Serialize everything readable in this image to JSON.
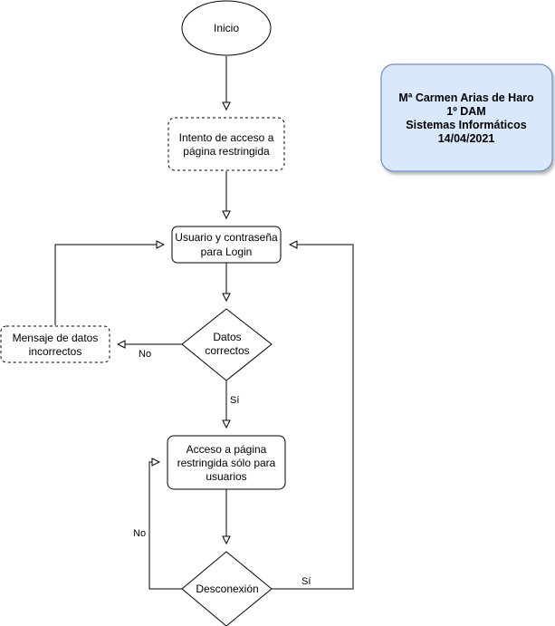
{
  "colors": {
    "stroke": "#000000",
    "note_fill": "#dae8fc",
    "note_stroke": "#6c8ebf",
    "background": "#ffffff"
  },
  "nodes": {
    "start": {
      "label": "Inicio"
    },
    "attempt": {
      "line1": "Intento de acceso a",
      "line2": "página restringida"
    },
    "login": {
      "line1": "Usuario y contraseña",
      "line2": "para Login"
    },
    "check": {
      "line1": "Datos",
      "line2": "correctos"
    },
    "error": {
      "line1": "Mensaje de datos",
      "line2": "incorrectos"
    },
    "access": {
      "line1": "Acceso a página",
      "line2": "restringida sólo para",
      "line3": "usuarios"
    },
    "logout": {
      "label": "Desconexión"
    }
  },
  "edges": {
    "check_no": "No",
    "check_yes": "Sí",
    "logout_no": "No",
    "logout_yes": "Sí"
  },
  "note": {
    "line1": "Mª Carmen Arias de Haro",
    "line2": "1º DAM",
    "line3": "Sistemas Informáticos",
    "line4": "14/04/2021"
  }
}
